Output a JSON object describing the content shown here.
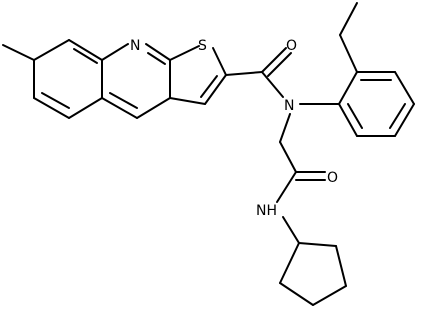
{
  "atom_labels": {
    "n_ring": "N",
    "s_ring": "S",
    "o_amide": "O",
    "n_amide": "N",
    "o_amide2": "O",
    "nh": "NH"
  },
  "colors": {
    "bond": "#000000",
    "background": "#ffffff"
  }
}
